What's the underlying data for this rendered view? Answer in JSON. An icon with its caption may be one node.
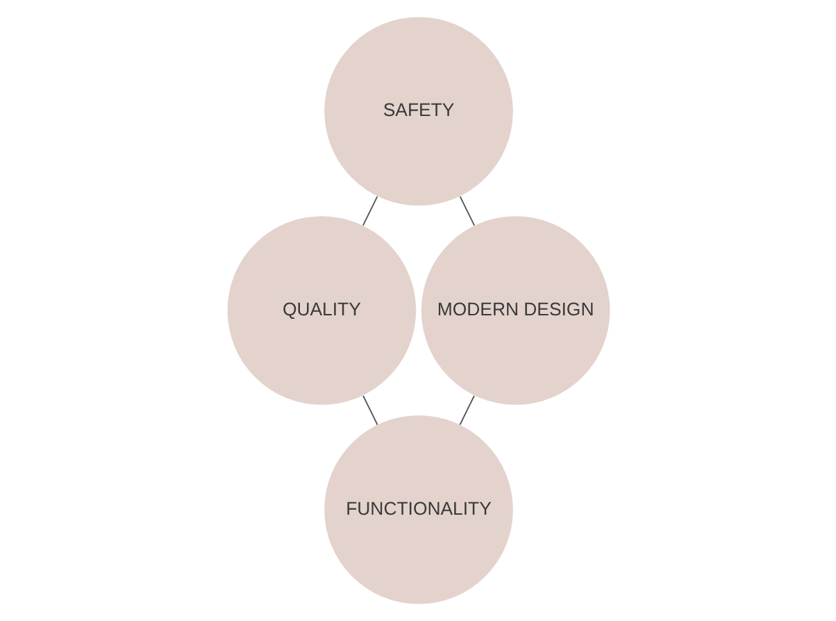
{
  "diagram": {
    "nodes": [
      {
        "text": [
          "SAFETY"
        ]
      },
      {
        "text": [
          "QUALITY"
        ]
      },
      {
        "text": [
          "MODERN DESIGN"
        ]
      },
      {
        "text": [
          "FUNCTIONALITY"
        ]
      }
    ],
    "edges": [
      {
        "from": 0,
        "to": 1,
        "arrow": "none"
      },
      {
        "from": 0,
        "to": 2,
        "arrow": "none"
      },
      {
        "from": 1,
        "to": 3,
        "arrow": "none"
      },
      {
        "from": 2,
        "to": 3,
        "arrow": "none"
      }
    ]
  }
}
